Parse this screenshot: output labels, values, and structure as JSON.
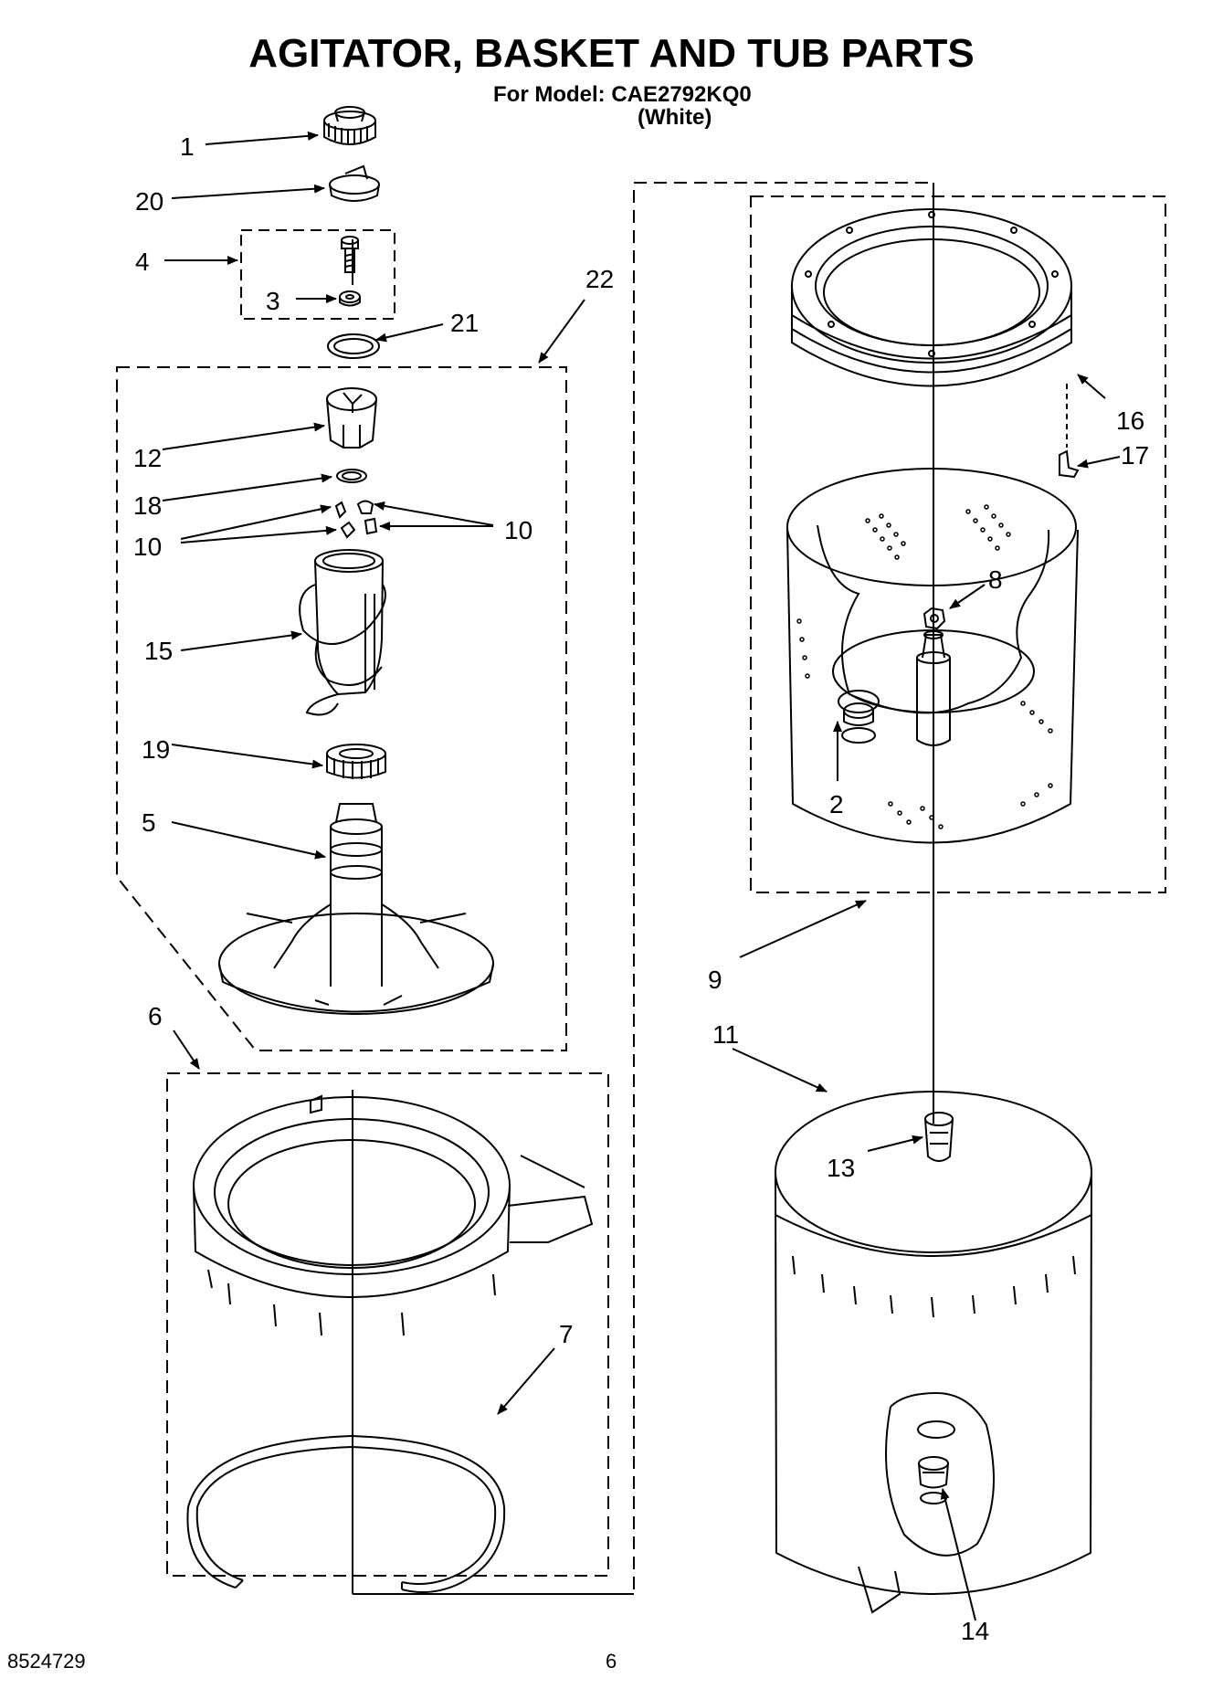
{
  "header": {
    "title": "AGITATOR, BASKET AND TUB PARTS",
    "model_line": "For Model: CAE2792KQ0",
    "color_line": "(White)"
  },
  "footer": {
    "document_number": "8524729",
    "page_number": "6"
  },
  "callouts": {
    "c1": "1",
    "c2": "2",
    "c3": "3",
    "c4": "4",
    "c5": "5",
    "c6": "6",
    "c7": "7",
    "c8": "8",
    "c9": "9",
    "c10a": "10",
    "c10b": "10",
    "c11": "11",
    "c12": "12",
    "c13": "13",
    "c14": "14",
    "c15": "15",
    "c16": "16",
    "c17": "17",
    "c18": "18",
    "c19": "19",
    "c20": "20",
    "c21": "21",
    "c22": "22"
  }
}
